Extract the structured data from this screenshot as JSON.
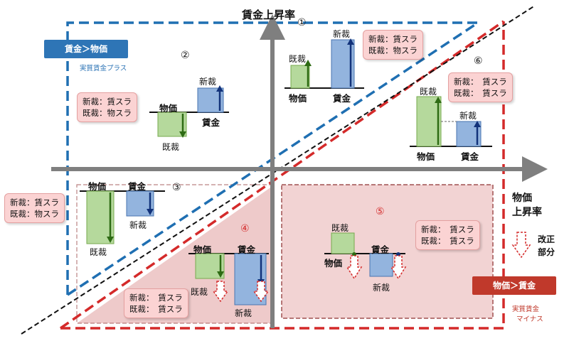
{
  "axes": {
    "y_label": "賃金上昇率",
    "x_label_line1": "物価",
    "x_label_line2": "上昇率"
  },
  "tags": {
    "wage_gt_price": {
      "text": "賃金＞物価",
      "color": "#2e75b6",
      "sub": "実質賃金プラス"
    },
    "price_gt_wage": {
      "text": "物価＞賃金",
      "color": "#c0392b",
      "sub_line1": "実質賃金",
      "sub_line2": "マイナス"
    }
  },
  "legend": {
    "line1": "改正",
    "line2": "部分"
  },
  "regions": [
    {
      "id": "1",
      "num": "①",
      "labels": {
        "kisai": "既裁",
        "shinsai": "新裁",
        "bukka": "物価",
        "chingin": "賃金"
      },
      "note": [
        "新裁：賃スラ",
        "既裁：物スラ"
      ]
    },
    {
      "id": "2",
      "num": "②",
      "labels": {
        "kisai": "既裁",
        "shinsai": "新裁",
        "bukka": "物価",
        "chingin": "賃金"
      },
      "note": [
        "新裁：賃スラ",
        "既裁：物スラ"
      ]
    },
    {
      "id": "3",
      "num": "③",
      "labels": {
        "kisai": "既裁",
        "shinsai": "新裁",
        "bukka": "物価",
        "chingin": "賃金"
      },
      "note": [
        "新裁：賃スラ",
        "既裁：物スラ"
      ]
    },
    {
      "id": "4",
      "num": "④",
      "labels": {
        "kisai": "既裁",
        "shinsai": "新裁",
        "bukka": "物価",
        "chingin": "賃金"
      },
      "note": [
        "新裁：　賃スラ",
        "既裁：　賃スラ"
      ]
    },
    {
      "id": "5",
      "num": "⑤",
      "labels": {
        "kisai": "既裁",
        "shinsai": "新裁",
        "bukka": "物価",
        "chingin": "賃金"
      },
      "note": [
        "新裁：　賃スラ",
        "既裁：　賃スラ"
      ]
    },
    {
      "id": "6",
      "num": "⑥",
      "labels": {
        "kisai": "既裁",
        "shinsai": "新裁",
        "bukka": "物価",
        "chingin": "賃金"
      },
      "note": [
        "新裁：　賃スラ",
        "既裁：　賃スラ"
      ]
    }
  ],
  "colors": {
    "axis": "#7f7f7f",
    "blue_dash": "#1f6fb2",
    "red_dash": "#d42a2a",
    "black_dash": "#111111",
    "price_bar": "#b5d99c",
    "price_bar_border": "#76a94e",
    "wage_bar": "#93b4de",
    "wage_bar_border": "#4a75b0",
    "pink_region": "#e8b8b8",
    "arrow_green": "#2e6b14",
    "arrow_blue": "#12327a"
  }
}
